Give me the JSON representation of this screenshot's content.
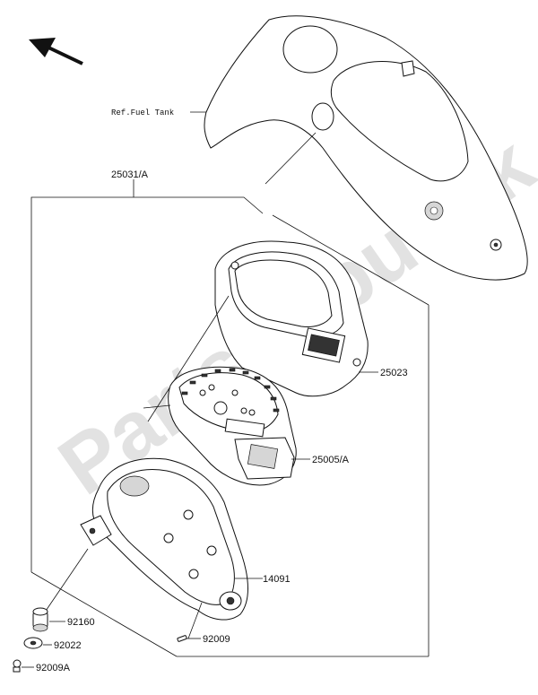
{
  "watermark": "PartsRepublik",
  "labels": {
    "ref_fuel_tank": "Ref.Fuel Tank",
    "assembly": "25031/A",
    "p25023": "25023",
    "p25005": "25005/A",
    "p14091": "14091",
    "p92160": "92160",
    "p92022": "92022",
    "p92009": "92009",
    "p92009a": "92009A"
  }
}
